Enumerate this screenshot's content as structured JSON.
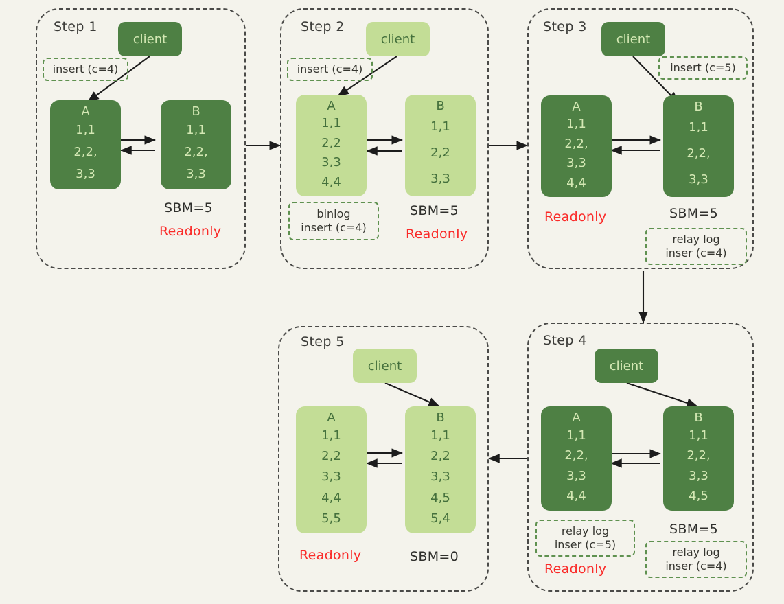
{
  "diagram": {
    "background_color": "#f4f3ec",
    "dark_node_color": "#4e8044",
    "light_node_color": "#c3dd96",
    "readonly_color": "#fa2a28",
    "note_border_color": "#5f9150",
    "step_border_color": "#4a4a48"
  },
  "steps": [
    {
      "title": "Step 1",
      "client": {
        "label": "client",
        "shade": "dark"
      },
      "request_note": "insert (c=4)",
      "nodes": [
        {
          "name": "A",
          "shade": "dark",
          "rows": [
            "1,1",
            "2,2,",
            "3,3"
          ]
        },
        {
          "name": "B",
          "shade": "dark",
          "rows": [
            "1,1",
            "2,2,",
            "3,3"
          ]
        }
      ],
      "sbm": "SBM=5",
      "readonly": "Readonly"
    },
    {
      "title": "Step 2",
      "client": {
        "label": "client",
        "shade": "light"
      },
      "request_note": "insert (c=4)",
      "nodes": [
        {
          "name": "A",
          "shade": "light",
          "rows": [
            "1,1",
            "2,2",
            "3,3",
            "4,4"
          ]
        },
        {
          "name": "B",
          "shade": "light",
          "rows": [
            "1,1",
            "2,2",
            "3,3"
          ]
        }
      ],
      "binlog_note": {
        "line1": "binlog",
        "line2": "insert (c=4)"
      },
      "sbm": "SBM=5",
      "readonly": "Readonly"
    },
    {
      "title": "Step 3",
      "client": {
        "label": "client",
        "shade": "dark"
      },
      "request_note": "insert (c=5)",
      "nodes": [
        {
          "name": "A",
          "shade": "dark",
          "rows": [
            "1,1",
            "2,2,",
            "3,3",
            "4,4"
          ]
        },
        {
          "name": "B",
          "shade": "dark",
          "rows": [
            "1,1",
            "2,2,",
            "3,3"
          ]
        }
      ],
      "relay_note": {
        "line1": "relay log",
        "line2": "inser (c=4)"
      },
      "sbm": "SBM=5",
      "readonly": "Readonly"
    },
    {
      "title": "Step 4",
      "client": {
        "label": "client",
        "shade": "dark"
      },
      "nodes": [
        {
          "name": "A",
          "shade": "dark",
          "rows": [
            "1,1",
            "2,2,",
            "3,3",
            "4,4"
          ]
        },
        {
          "name": "B",
          "shade": "dark",
          "rows": [
            "1,1",
            "2,2,",
            "3,3",
            "4,5"
          ]
        }
      ],
      "relay_note_a": {
        "line1": "relay log",
        "line2": "inser (c=5)"
      },
      "relay_note_b": {
        "line1": "relay log",
        "line2": "inser (c=4)"
      },
      "sbm": "SBM=5",
      "readonly": "Readonly"
    },
    {
      "title": "Step 5",
      "client": {
        "label": "client",
        "shade": "light"
      },
      "nodes": [
        {
          "name": "A",
          "shade": "light",
          "rows": [
            "1,1",
            "2,2",
            "3,3",
            "4,4",
            "5,5"
          ]
        },
        {
          "name": "B",
          "shade": "light",
          "rows": [
            "1,1",
            "2,2",
            "3,3",
            "4,5",
            "5,4"
          ]
        }
      ],
      "sbm": "SBM=0",
      "readonly": "Readonly"
    }
  ]
}
